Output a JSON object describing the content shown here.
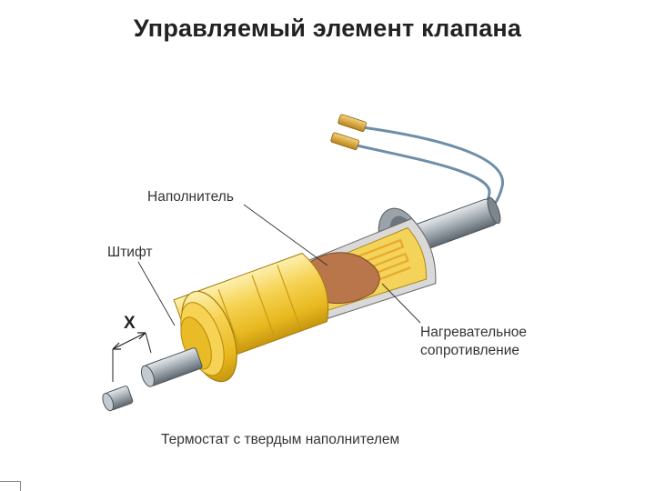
{
  "title": "Управляемый элемент клапана",
  "labels": {
    "filler": "Наполнитель",
    "pin": "Штифт",
    "stroke": "X",
    "heater_line1": "Нагревательное",
    "heater_line2": "сопротивление"
  },
  "caption": "Термостат с твердым наполнителем",
  "colors": {
    "body_yellow": "#f2c830",
    "body_light": "#fbe69a",
    "body_shadow": "#c99a14",
    "metal": "#8a9299",
    "wire": "#6d8ea8",
    "filler": "#b9764a",
    "connector": "#d9a43a"
  }
}
